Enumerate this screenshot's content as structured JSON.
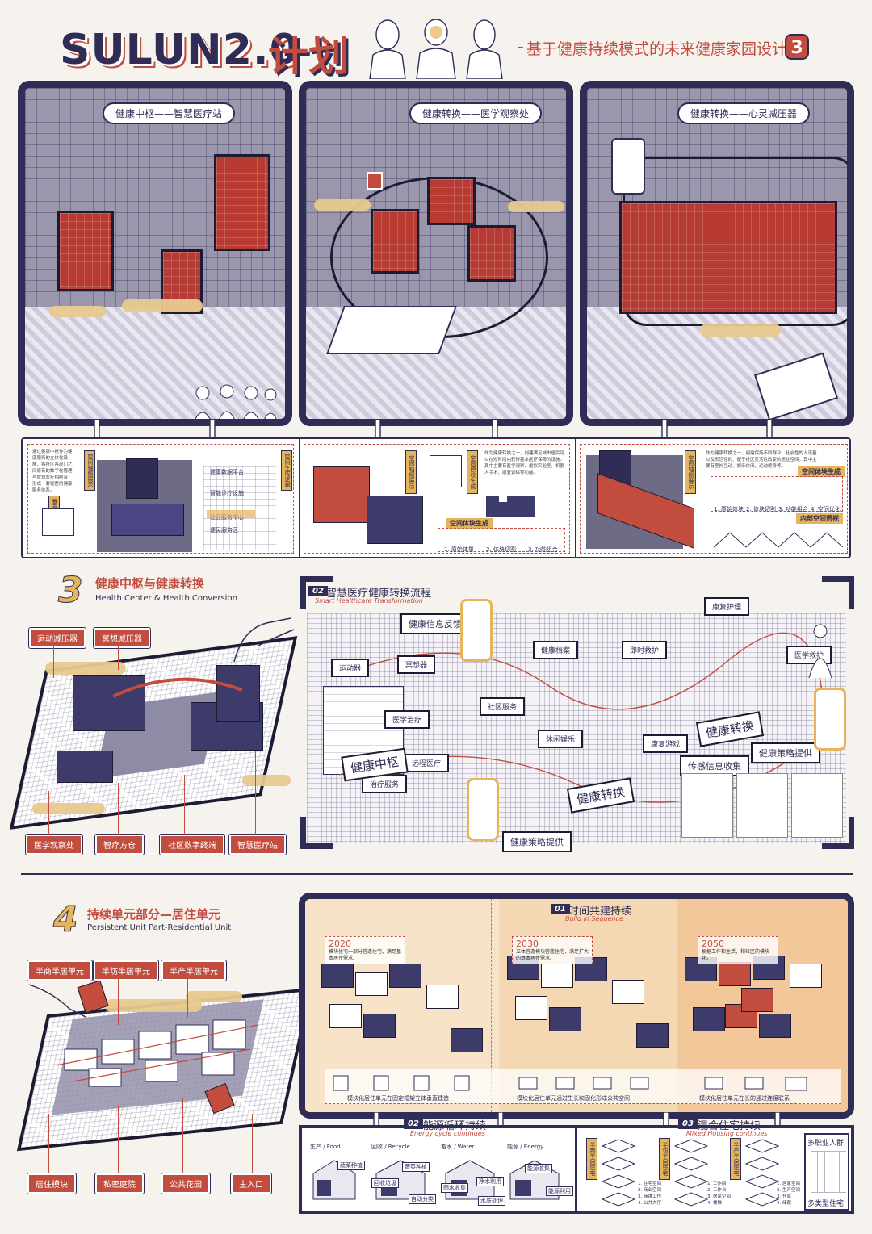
{
  "header": {
    "title_en": "SULUN2.0",
    "title_cn": "计划",
    "subtitle": "基于健康持续模式的未来健康家园设计",
    "page_number": "3"
  },
  "panels": [
    {
      "label": "健康中枢——智慧医疗站"
    },
    {
      "label": "健康转换——医学观察处"
    },
    {
      "label": "健康转换——心灵减压器"
    }
  ],
  "analysis_strips": [
    {
      "text": "通过健康中枢作为健康服务的立体化设施，将社区各部门之间原有的数字化管理与智慧医疗相结合，形成一套完整的健康服务体系。",
      "tags": [
        "空间轴侧展示",
        "空间生成逻辑",
        "垂直功能模块"
      ],
      "sublabels": [
        "健康数据平台",
        "智能诊疗设施",
        "社区服务中心",
        "便民服务区"
      ]
    },
    {
      "text": "作为健康转换之一，创建满足城市居民可以在短时间内获得基本医疗保障的设施。其中主要有医学观察、虚拟实验室、机器人手术、康复训练等功能。",
      "tags": [
        "空间轴侧展示",
        "空间模块生成",
        "空间体块生成"
      ],
      "sublabels": [
        "1. 原始体量",
        "2. 体块切割",
        "3. 功能组合"
      ]
    },
    {
      "text": "作为健康转换之一，创建保持不同群众、社会性的人流量以及灵活性的、便于社区灵活性改变的居住空间。其中主要有室外互动、娱乐休闲、运动健身等。",
      "tags": [
        "空间轴侧展示",
        "空间体块生成",
        "内部空间透视"
      ],
      "sublabels": [
        "1. 原始体块",
        "2. 体块切割",
        "3. 功能组合",
        "4. 空间优化"
      ]
    }
  ],
  "section3": {
    "num": "3",
    "title_cn": "健康中枢与健康转换",
    "title_en": "Health Center & Health Conversion",
    "top_tags": [
      "运动减压器",
      "冥想减压器"
    ],
    "bottom_tags": [
      "医学观察处",
      "智疗方仓",
      "社区数字终端",
      "智慧医疗站"
    ]
  },
  "flow": {
    "num": "02",
    "title_cn": "智慧医疗健康转换流程",
    "title_en": "Smart Healthcare Transformation",
    "labels": [
      "健康信息反馈",
      "传感信息收集",
      "健康策略提供",
      "健康策略提供"
    ],
    "card_labels": [
      "运动器",
      "冥想器",
      "健康档案",
      "即时救护",
      "康复护理",
      "社区服务",
      "医学救护",
      "康复游戏",
      "休闲娱乐",
      "远程医疗",
      "治疗服务",
      "医学治疗"
    ],
    "ribbons": [
      "健康中枢",
      "健康转换",
      "健康转换"
    ]
  },
  "section4": {
    "num": "4",
    "title_cn": "持续单元部分—居住单元",
    "title_en": "Persistent Unit Part-Residential Unit",
    "top_tags": [
      "半商半居单元",
      "半坊半居单元",
      "半产半居单元"
    ],
    "bottom_tags": [
      "居住模块",
      "私密庭院",
      "公共花园",
      "主入口"
    ]
  },
  "timeline": {
    "num": "01",
    "title_cn": "时间共建持续",
    "title_en": "Build in Sequence",
    "years": [
      {
        "year": "2020",
        "text": "模块住宅一部分营造住宅，满足基本居住需求。"
      },
      {
        "year": "2030",
        "text": "立体营造模块营造住宅，满足扩大的基本居住需求。"
      },
      {
        "year": "2050",
        "text": "根据工作和生活，和社区的模块化。"
      }
    ],
    "captions": [
      "模块化居住单元在固定框架立体垂直建造",
      "模块化居住单元通过生长和固化形成公共空间",
      "模块化居住单元在长的通过连接联系"
    ]
  },
  "energy": {
    "num": "02",
    "title_cn": "能源循环持续",
    "title_en": "Energy cycle continues",
    "columns": [
      "生产 / Food",
      "回收 / Recycle",
      "蓄水 / Water",
      "能源 / Energy"
    ],
    "labels": [
      "蔬菜种植",
      "回收垃圾",
      "自动分类",
      "雨水收集",
      "净水利用",
      "水质处理",
      "能源收集",
      "能源利用",
      "蔬菜种植"
    ]
  },
  "mixed": {
    "num": "03",
    "title_cn": "混合住宅持续",
    "title_en": "Mixed Housing continues",
    "unit_tags": [
      "半商半居住宅",
      "半坊半居住宅",
      "半产半居住宅"
    ],
    "legends": [
      [
        "1. 住宅空间",
        "2. 商业空间",
        "3. 商铺工作",
        "4. 公共大厅"
      ],
      [
        "1. 工作间",
        "2. 工作台",
        "3. 居家空间",
        "4. 楼梯"
      ],
      [
        "1. 居家空间",
        "2. 生产空间",
        "3. 仓库",
        "4. 储藏"
      ]
    ],
    "side_top": "多职业人群",
    "side_bottom": "多类型住宅"
  }
}
